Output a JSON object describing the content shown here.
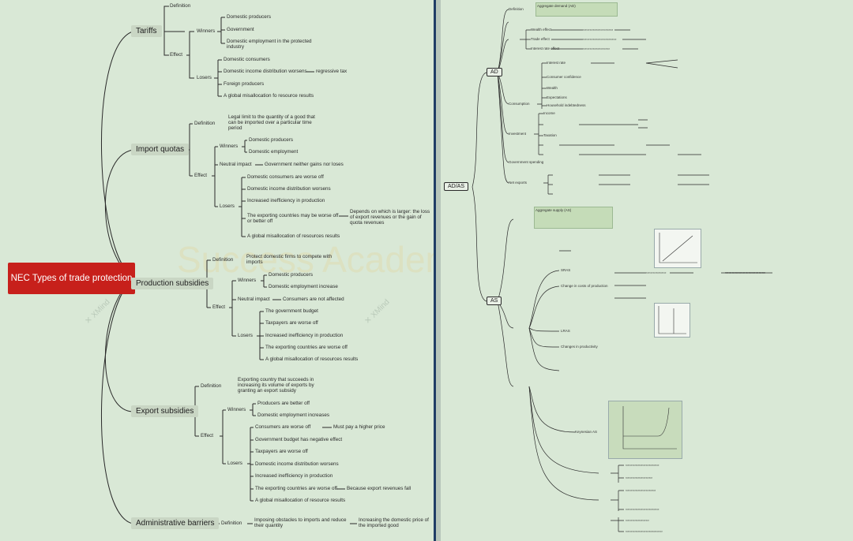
{
  "left": {
    "root": "NEC Types of trade protection",
    "tariffs": {
      "label": "Tariffs",
      "definition": "Definition",
      "effect": "Effect",
      "winners": "Winners",
      "w1": "Domestic producers",
      "w2": "Government",
      "w3": "Domestic employment in the protected industry",
      "losers": "Losers",
      "l1": "Domestic consumers",
      "l2": "Domestic income distribution worsens",
      "l2b": "regressive tax",
      "l3": "Foreign producers",
      "l4": "A global misallocation fo resource results"
    },
    "quotas": {
      "label": "Import quotas",
      "definition": "Definition",
      "def_text": "Legal limit to the quantity of a good that can be imported over a particular time period",
      "effect": "Effect",
      "winners": "Winners",
      "w1": "Domestic producers",
      "w2": "Domestic employment",
      "neutral": "Neutral impact",
      "neutral_text": "Government neither gains nor loses",
      "losers": "Losers",
      "l1": "Domestic consumers are worse off",
      "l2": "Domestic income distribution worsens",
      "l3": "Increased inefficiency in production",
      "l4": "The exporting countries may be worse off or better off",
      "l4b": "Depends on which is larger: the loss of export revenues or the gain of quota revenues",
      "l5": "A global misallocation of resources results"
    },
    "production": {
      "label": "Production subsidies",
      "definition": "Definition",
      "def_text": "Protect domestic firms to compete with imports",
      "effect": "Effect",
      "winners": "Winners",
      "w1": "Domestic producers",
      "w2": "Domestic employment increase",
      "neutral": "Neutral impact",
      "neutral_text": "Consumers are not affected",
      "losers": "Losers",
      "l1": "The government budget",
      "l2": "Taxpayers are worse off",
      "l3": "Increased inefficiency in production",
      "l4": "The exporting countries are worse off",
      "l5": "A global misallocation of resources results"
    },
    "export": {
      "label": "Export subsidies",
      "definition": "Definition",
      "def_text": "Exporting country that succeeds in increasing its volume of exports by granting an export subsidy",
      "effect": "Effect",
      "winners": "Winners",
      "w1": "Producers are better off",
      "w2": "Domestic employment increases",
      "losers": "Losers",
      "l1": "Consumers are worse off",
      "l1b": "Must pay a higher price",
      "l2": "Government budget has negative effect",
      "l3": "Taxpayers are worse off",
      "l4": "Domestic income distribution worsens",
      "l5": "Increased inefficiency in production",
      "l6": "The exporting countries are worse off",
      "l6b": "Because export revenues fall",
      "l7": "A global misallocation of resource results"
    },
    "admin": {
      "label": "Administrative barriers",
      "definition": "Definition",
      "def_text": "Imposing obstacles to imports and reduce their quantity",
      "def_text2": "Increasing the domestic price of the imported good"
    }
  },
  "right": {
    "root": "AD/AS",
    "ad": "AD",
    "as": "AS",
    "ad_note": "Aggregate demand (AD)",
    "as_note": "Aggregate supply (AS)",
    "sras": "SRAS",
    "lras": "LRAS",
    "kas": "Keynesian AS",
    "ad_items": [
      "Definition",
      "Wealth effect",
      "Interest rate effect",
      "Trade effect",
      "Consumption",
      "Investment",
      "Government spending",
      "Net exports"
    ],
    "misc": [
      "Interest rate",
      "Consumer confidence",
      "Wealth",
      "Expectations",
      "Income",
      "Taxation",
      "Household indebtedness",
      "Change in costs of production",
      "Changes in productivity"
    ]
  }
}
